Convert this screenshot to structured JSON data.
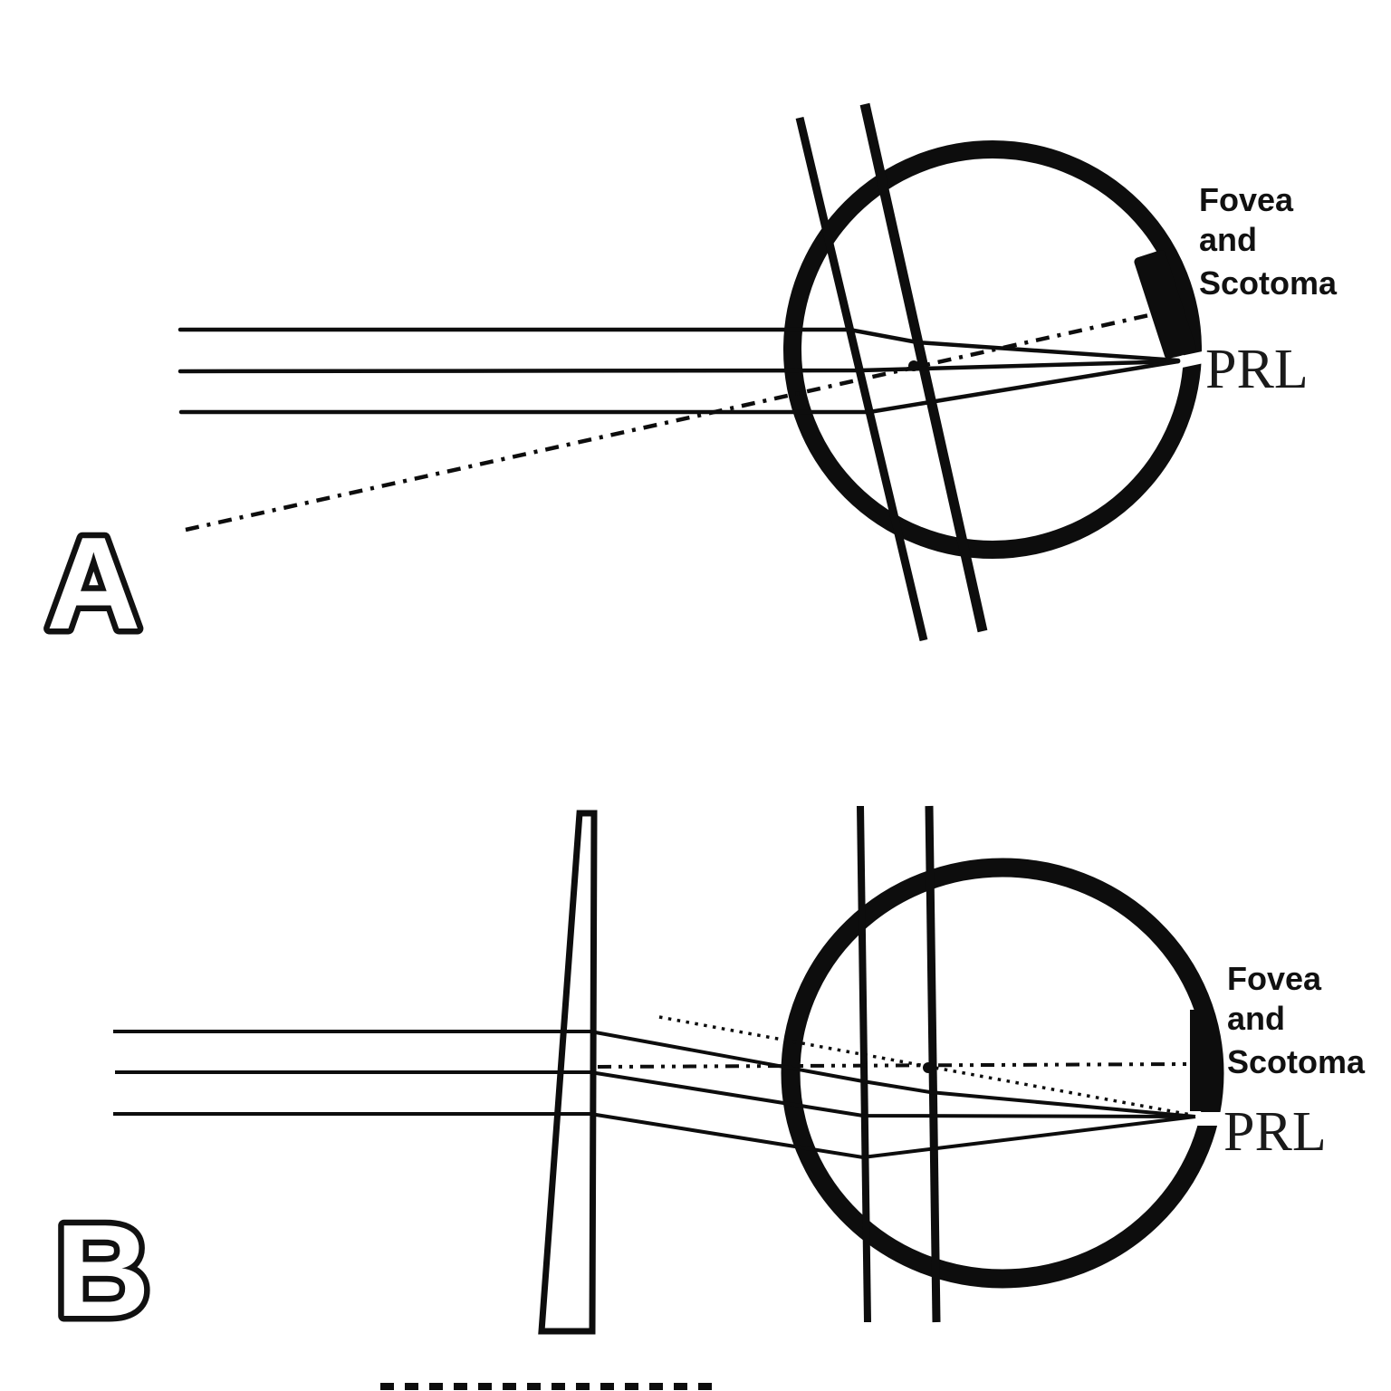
{
  "figure": {
    "background_color": "#ffffff",
    "ink_color": "#0d0d0d",
    "description": "Two-panel ray diagram of an eye with a central scotoma: panel A without prism, panel B with a base-down prism shifting the image from the fovea/scotoma to the PRL"
  },
  "panel_a": {
    "letter": "A",
    "fovea_label": {
      "line1": "Fovea",
      "line2": "and",
      "line3": "Scotoma"
    },
    "prl_label": "PRL"
  },
  "panel_b": {
    "letter": "B",
    "fovea_label": {
      "line1": "Fovea",
      "line2": "and",
      "line3": "Scotoma"
    },
    "prl_label": "PRL"
  }
}
